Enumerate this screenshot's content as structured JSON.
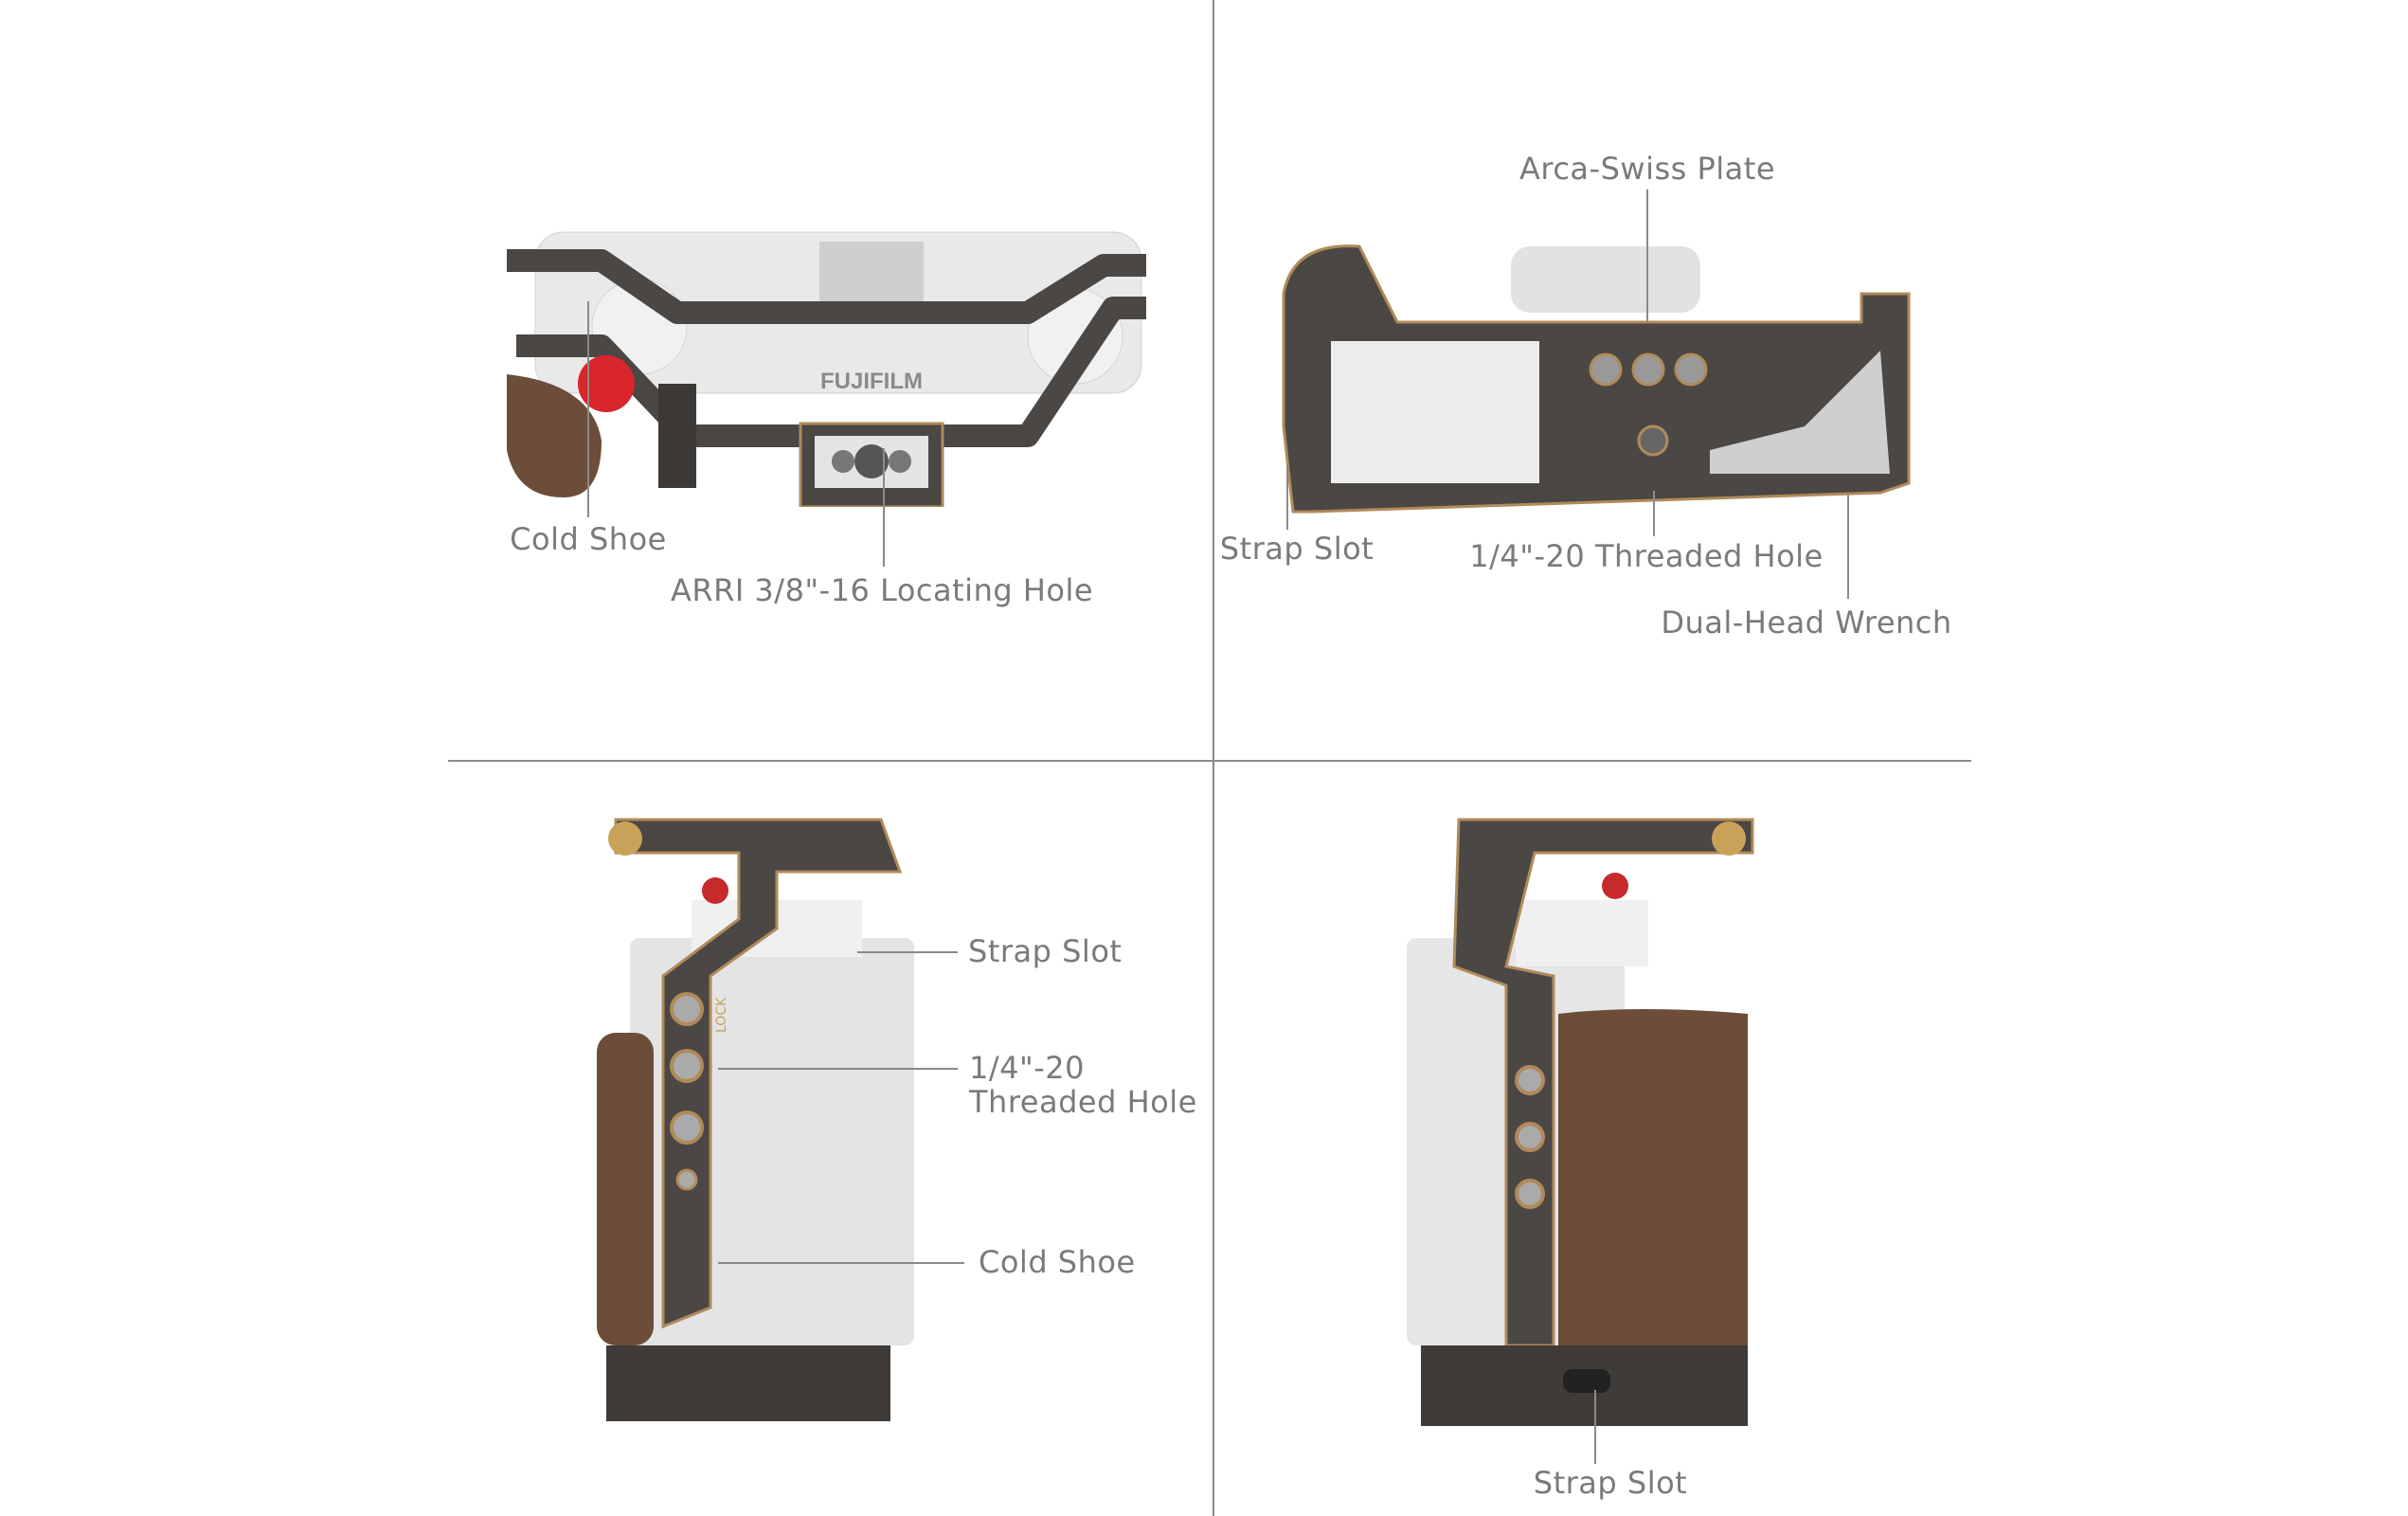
{
  "panels": {
    "top_left": {
      "labels": {
        "cold_shoe": "Cold Shoe",
        "arri_hole": "ARRI 3/8\"-16 Locating Hole"
      },
      "camera_brand_text": "FUJIFILM"
    },
    "top_right": {
      "labels": {
        "arca_plate": "Arca-Swiss Plate",
        "strap_slot": "Strap Slot",
        "threaded_hole": "1/4\"-20 Threaded Hole",
        "wrench": "Dual-Head Wrench"
      }
    },
    "bottom_left": {
      "labels": {
        "strap_slot": "Strap Slot",
        "threaded_hole_line1": "1/4\"-20",
        "threaded_hole_line2": "Threaded Hole",
        "cold_shoe": "Cold Shoe"
      },
      "lock_text": "LOCK"
    },
    "bottom_right": {
      "labels": {
        "strap_slot": "Strap Slot"
      }
    }
  },
  "colors": {
    "label": "#7a7a7a",
    "cage": "#4a4744",
    "bronze": "#b08a5a",
    "wood": "#6b4d3a",
    "camera": "#e6e6e6",
    "red_button": "#d8262b"
  }
}
